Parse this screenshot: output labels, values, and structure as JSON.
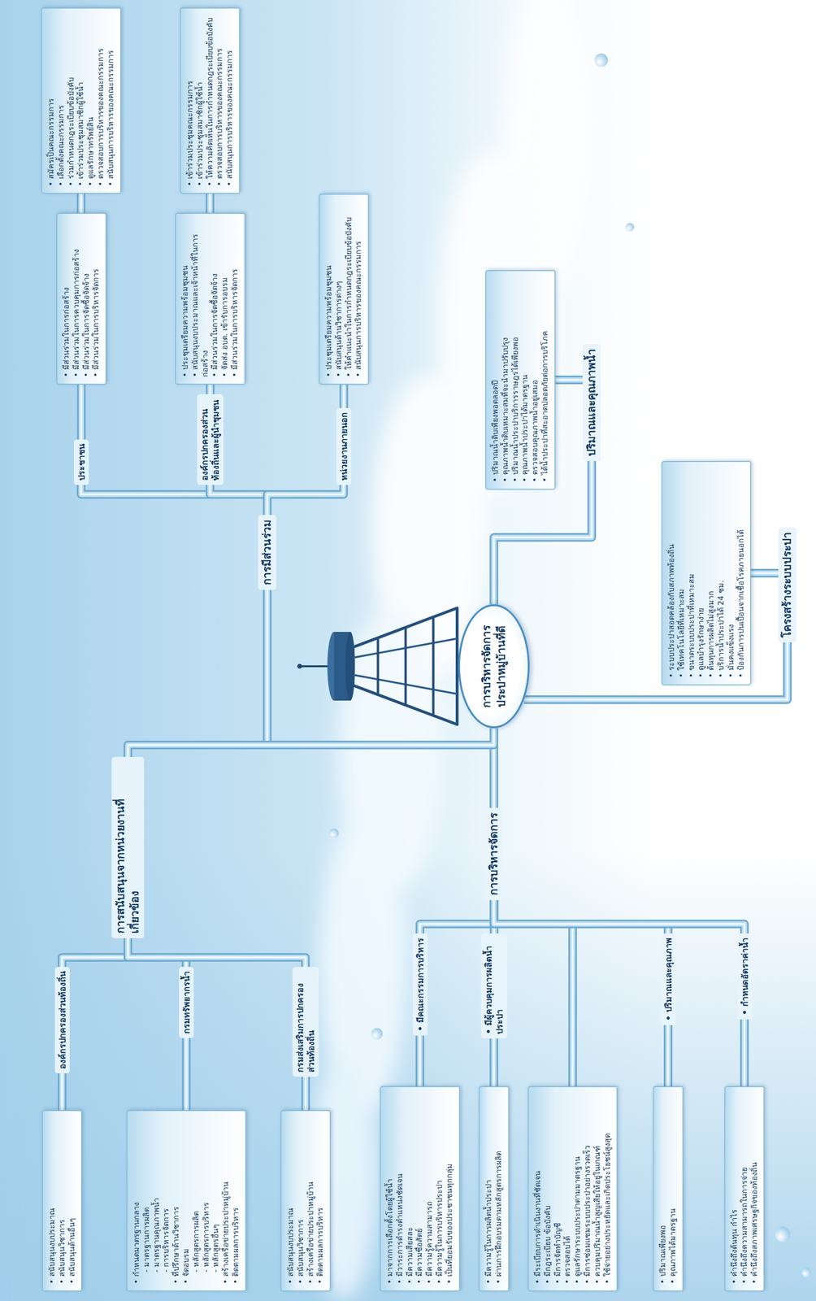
{
  "diagram": {
    "nodes": [
      {
        "text": [
          "การบริหารจัดการประปาหมู่บ้านที่ดี"
        ]
      },
      {
        "text": [
          "การมีส่วนร่วม"
        ]
      },
      {
        "text": [
          "ประชาชน"
        ]
      },
      {
        "text": [
          "• มีส่วนร่วมในการก่อสร้าง",
          "• มีส่วนร่วมในการควบคุมการก่อสร้าง",
          "• มีส่วนร่วมในการจัดซื้อจัดจ้าง",
          "• มีส่วนร่วมในการบริหารจัดการ"
        ]
      },
      {
        "text": [
          "• สมัครเป็นคณะกรรมการ",
          "• เลือกตั้งคณะกรรมการ",
          "• ร่วมกำหนดกฎระเบียบข้อบังคับ",
          "• เข้าร่วมประชุมสมาชิกผู้ใช้น้ำ",
          "• ดูแลรักษาทรัพย์สิน",
          "• ตรวจสอบการบริหารของคณะกรรมการ",
          "• สนับสนุนการบริหารของคณะกรรมการ"
        ]
      },
      {
        "text": [
          "องค์กรปกครองส่วนท้องถิ่นและผู้นำชุมชน"
        ]
      },
      {
        "text": [
          "• ประชุมเตรียมความพร้อมชุมชน",
          "• สนับสนุนงบประมาณและเจ้าหน้าที่ในการก่อสร้าง",
          "• มีส่วนร่วมในการจัดซื้อจัดจ้าง",
          "• จัดส่ง อบต. เข้ารับการอบรม",
          "• มีส่วนร่วมในการบริหารจัดการ"
        ]
      },
      {
        "text": [
          "• เข้าร่วมประชุมคณะกรรมการ",
          "• เข้าร่วมประชุมสมาชิกผู้ใช้น้ำ",
          "• ให้ความคิดเห็นในการกำหนดกฎระเบียบข้อบังคับ",
          "• ตรวจสอบการบริหารของคณะกรรมการ",
          "• สนับสนุนการบริหารของคณะกรรมการ"
        ]
      },
      {
        "text": [
          "หน่วยงานภายนอก"
        ]
      },
      {
        "text": [
          "• ประชุมเตรียมความพร้อมชุมชน",
          "• สนับสนุนด้านวิชาการต่างๆ",
          "• ให้คำแนะนำในการกำหนดกฎระเบียบข้อบังคับ",
          "• สนับสนุนการบริหารของคณะกรรมการ"
        ]
      },
      {
        "text": [
          "ปริมาณและคุณภาพน้ำ"
        ]
      },
      {
        "text": [
          "• ปริมาณน้ำดิบเพียงพอตลอดปี",
          "• คุณภาพน้ำดิบเหมาะสมที่จะนำมาปรับปรุง",
          "• ปริมาณน้ำประปาบริการราษฎรได้เพียงพอ",
          "• คุณภาพน้ำประปาได้มาตรฐาน",
          "• ตรวจสอบคุณภาพน้ำอยู่เสมอ",
          "• ได้น้ำประปาที่สะอาดปลอดภัยต่อการบริโภค"
        ]
      },
      {
        "text": [
          "โครงสร้างระบบประปา"
        ]
      },
      {
        "text": [
          "• ระบบประปาสอดคล้องกับสภาพท้องถิ่น",
          "• ใช้เทคโนโลยีที่เหมาะสม",
          "• ขนาดระบบประปาที่เหมาะสม",
          "• ดูแลบำรุงรักษาง่าย",
          "• ต้นทุนการผลิตไม่สูงมาก",
          "• บริการน้ำประปาได้ 24 ชม.",
          "• มั่นคงแข็งแรง",
          "• ป้องกันการปนเปื้อนจากเชื้อโรคภายนอกได้"
        ]
      },
      {
        "text": [
          "การบริหารจัดการ"
        ]
      },
      {
        "text": [
          "• มีคณะกรรมการบริหาร"
        ]
      },
      {
        "text": [
          "• มาจากการเลือกตั้งโดยผู้ใช้น้ำ",
          "• มีวาระการดำรงตำแหน่งชัดเจน",
          "• มีความเสียสละ",
          "• มีความซื่อสัตย์",
          "• มีความรู้ความสามารถ",
          "• มีความรู้ในการบริหารประปา",
          "• เป็นที่ยอมรับของประชาชนทุกกลุ่ม"
        ]
      },
      {
        "text": [
          "• มีผู้ควบคุมการผลิตน้ำประปา"
        ]
      },
      {
        "text": [
          "• มีความรู้ในการผลิตน้ำประปา",
          "• ผ่านการฝึกอบรมตามหลักสูตรการผลิต"
        ]
      },
      {
        "text": [
          "• มีระเบียบการดำเนินงานที่ชัดเจน",
          "• มีกฎระเบียบ ข้อบังคับ",
          "• มีการจัดทำบัญชี",
          "• ตรวจสอบได้",
          "• ดูแลรักษาระบบประปาตามมาตรฐาน",
          "• มีการซ่อมแซมระบบประปาอย่างรวดเร็ว",
          "• ควบคุมปริมาณน้ำสูญเสียให้อยู่ในเกณฑ์",
          "• ใช้จ่ายอย่างประหยัดและเกิดประโยชน์สูงสุด"
        ]
      },
      {
        "text": [
          "• ปริมาณและคุณภาพ"
        ]
      },
      {
        "text": [
          "• ปริมาณเพียงพอ",
          "• คุณภาพได้มาตรฐาน"
        ]
      },
      {
        "text": [
          "• กำหนดอัตราค่าน้ำ"
        ]
      },
      {
        "text": [
          "• คำนึงถึงต้นทุน กำไร",
          "• คำนึงถึงความสามารถในการจ่าย",
          "• คำนึงถึงสภาพเศรษฐกิจของท้องถิ่น"
        ]
      },
      {
        "text": [
          "การสนับสนุนจากหน่วยงานที่เกี่ยวข้อง"
        ]
      },
      {
        "text": [
          "องค์กรปกครองส่วนท้องถิ่น"
        ]
      },
      {
        "text": [
          "• สนับสนุนงบประมาณ",
          "• สนับสนุนวิชาการ",
          "• สนับสนุนด้านอื่นๆ"
        ]
      },
      {
        "text": [
          "กรมทรัพยากรน้ำ"
        ]
      },
      {
        "text": [
          "• กำหนดมาตรฐานกลาง",
          "- มาตรฐานการผลิต",
          "- มาตรฐานคุณภาพน้ำ",
          "- การบริหารจัดการ",
          "• ที่ปรึกษาด้านวิชาการ",
          "• จัดอบรม",
          "- หลักสูตรการผลิต",
          "- หลักสูตรการบริหาร",
          "- หลักสูตรอื่นๆ",
          "• สร้างเครือข่ายประปาหมู่บ้าน",
          "• ติดตามผลการบริหาร"
        ]
      },
      {
        "text": [
          "กรมส่งเสริมการปกครองส่วนท้องถิ่น"
        ]
      },
      {
        "text": [
          "• สนับสนุนงบประมาณ",
          "• สนับสนุนวิชาการ",
          "• สร้างเครือข่ายประปาหมู่บ้าน",
          "• ติดตามผลการบริหาร"
        ]
      }
    ],
    "edges": [
      {
        "from": 0,
        "to": 1,
        "arrow": "none"
      },
      {
        "from": 1,
        "to": 2,
        "arrow": "none"
      },
      {
        "from": 2,
        "to": 3,
        "arrow": "none"
      },
      {
        "from": 3,
        "to": 4,
        "arrow": "none"
      },
      {
        "from": 1,
        "to": 5,
        "arrow": "none"
      },
      {
        "from": 5,
        "to": 6,
        "arrow": "none"
      },
      {
        "from": 6,
        "to": 7,
        "arrow": "none"
      },
      {
        "from": 1,
        "to": 8,
        "arrow": "none"
      },
      {
        "from": 8,
        "to": 9,
        "arrow": "none"
      },
      {
        "from": 0,
        "to": 10,
        "arrow": "none"
      },
      {
        "from": 10,
        "to": 11,
        "arrow": "none"
      },
      {
        "from": 0,
        "to": 12,
        "arrow": "none"
      },
      {
        "from": 12,
        "to": 13,
        "arrow": "none"
      },
      {
        "from": 0,
        "to": 14,
        "arrow": "none"
      },
      {
        "from": 14,
        "to": 15,
        "arrow": "none"
      },
      {
        "from": 15,
        "to": 16,
        "arrow": "none"
      },
      {
        "from": 14,
        "to": 17,
        "arrow": "none"
      },
      {
        "from": 17,
        "to": 18,
        "arrow": "none"
      },
      {
        "from": 14,
        "to": 19,
        "arrow": "none"
      },
      {
        "from": 14,
        "to": 20,
        "arrow": "none"
      },
      {
        "from": 20,
        "to": 21,
        "arrow": "none"
      },
      {
        "from": 14,
        "to": 22,
        "arrow": "none"
      },
      {
        "from": 22,
        "to": 23,
        "arrow": "none"
      },
      {
        "from": 0,
        "to": 24,
        "arrow": "none"
      },
      {
        "from": 24,
        "to": 25,
        "arrow": "none"
      },
      {
        "from": 25,
        "to": 26,
        "arrow": "none"
      },
      {
        "from": 24,
        "to": 27,
        "arrow": "none"
      },
      {
        "from": 27,
        "to": 28,
        "arrow": "none"
      },
      {
        "from": 24,
        "to": 29,
        "arrow": "none"
      },
      {
        "from": 29,
        "to": 30,
        "arrow": "none"
      }
    ]
  }
}
